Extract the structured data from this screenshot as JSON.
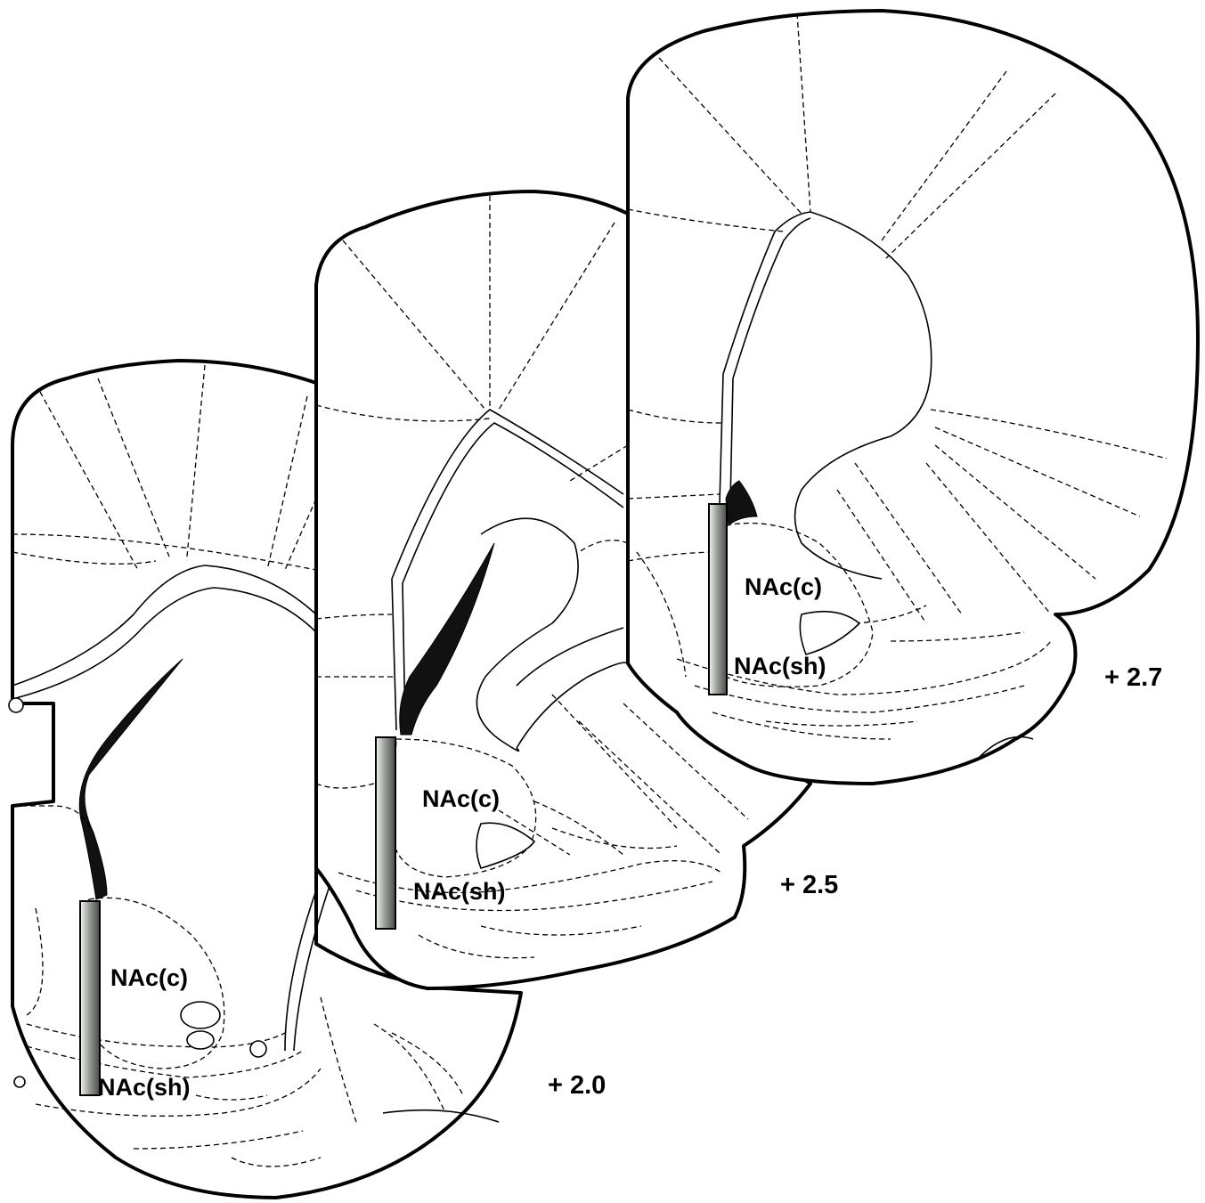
{
  "sections": [
    {
      "level": "+ 2.0",
      "core_label": "NAc(c)",
      "shell_label": "NAc(sh)"
    },
    {
      "level": "+ 2.5",
      "core_label": "NAc(c)",
      "shell_label": "NAc(sh)"
    },
    {
      "level": "+ 2.7",
      "core_label": "NAc(c)",
      "shell_label": "NAc(sh)"
    }
  ],
  "colors": {
    "outline": "#000000",
    "background": "#ffffff",
    "ventricle": "#111111",
    "cannula_light": "#d9ddd7",
    "cannula_dark": "#555555"
  }
}
